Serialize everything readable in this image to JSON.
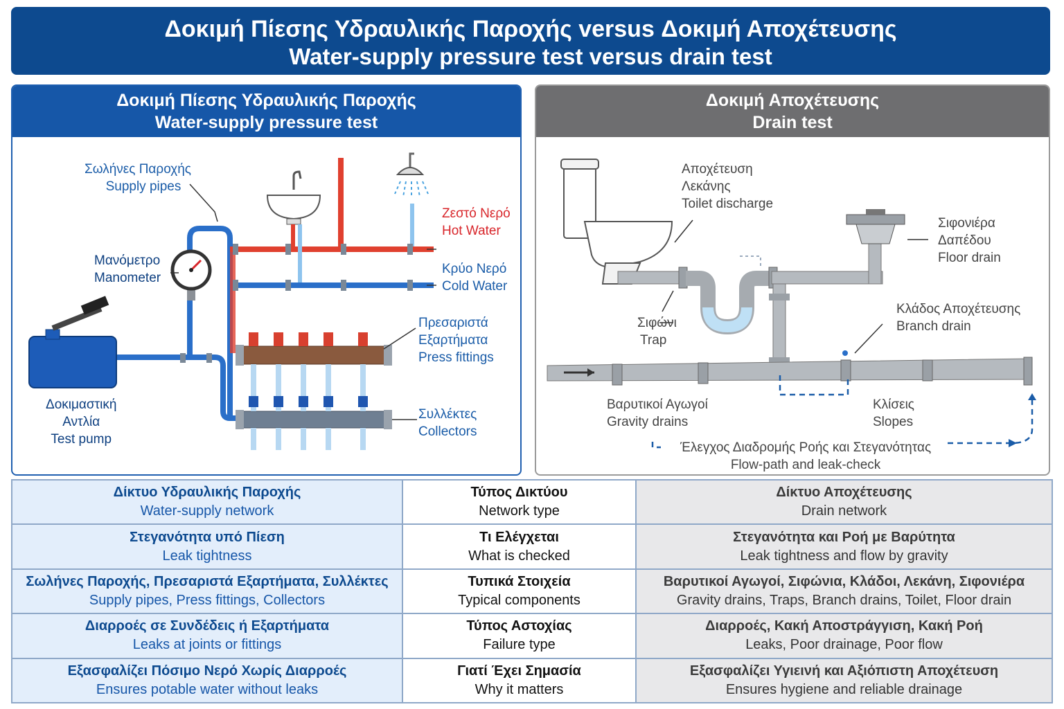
{
  "title": {
    "greek": "Δοκιμή Πίεσης Υδραυλικής Παροχής versus Δοκιμή Αποχέτευσης",
    "english": "Water-supply pressure test versus drain test"
  },
  "left_panel": {
    "header_greek": "Δοκιμή Πίεσης Υδραυλικής Παροχής",
    "header_english": "Water-supply pressure test",
    "labels": {
      "supply_pipes_gr": "Σωλήνες Παροχής",
      "supply_pipes_en": "Supply pipes",
      "manometer_gr": "Μανόμετρο",
      "manometer_en": "Manometer",
      "hot_water_gr": "Ζεστό Νερό",
      "hot_water_en": "Hot Water",
      "cold_water_gr": "Κρύο Νερό",
      "cold_water_en": "Cold Water",
      "press_fittings_gr1": "Πρεσαριστά",
      "press_fittings_gr2": "Εξαρτήματα",
      "press_fittings_en": "Press fittings",
      "collectors_gr": "Συλλέκτες",
      "collectors_en": "Collectors",
      "test_pump_gr1": "Δοκιμαστική",
      "test_pump_gr2": "Αντλία",
      "test_pump_en": "Test pump"
    }
  },
  "right_panel": {
    "header_greek": "Δοκιμή Αποχέτευσης",
    "header_english": "Drain test",
    "labels": {
      "toilet_gr1": "Αποχέτευση",
      "toilet_gr2": "Λεκάνης",
      "toilet_en": "Toilet discharge",
      "floor_drain_gr1": "Σιφονιέρα",
      "floor_drain_gr2": "Δαπέδου",
      "floor_drain_en": "Floor drain",
      "branch_gr": "Κλάδος Αποχέτευσης",
      "branch_en": "Branch drain",
      "trap_gr": "Σιφώνι",
      "trap_en": "Trap",
      "gravity_gr": "Βαρυτικοί Αγωγοί",
      "gravity_en": "Gravity drains",
      "slopes_gr": "Κλίσεις",
      "slopes_en": "Slopes",
      "flow_gr": "Έλεγχος Διαδρομής Ροής και Στεγανότητας",
      "flow_en": "Flow-path and leak-check"
    }
  },
  "table": {
    "rows": [
      {
        "left_gr": "Δίκτυο Υδραυλικής Παροχής",
        "left_en": "Water-supply network",
        "mid_gr": "Τύπος Δικτύου",
        "mid_en": "Network type",
        "right_gr": "Δίκτυο Αποχέτευσης",
        "right_en": "Drain network"
      },
      {
        "left_gr": "Στεγανότητα υπό Πίεση",
        "left_en": "Leak tightness",
        "mid_gr": "Τι Ελέγχεται",
        "mid_en": "What is checked",
        "right_gr": "Στεγανότητα και Ροή με Βαρύτητα",
        "right_en": "Leak tightness and flow by gravity"
      },
      {
        "left_gr": "Σωλήνες Παροχής, Πρεσαριστά Εξαρτήματα, Συλλέκτες",
        "left_en": "Supply pipes, Press fittings, Collectors",
        "mid_gr": "Τυπικά Στοιχεία",
        "mid_en": "Typical components",
        "right_gr": "Βαρυτικοί Αγωγοί, Σιφώνια, Κλάδοι, Λεκάνη, Σιφονιέρα",
        "right_en": "Gravity drains, Traps, Branch drains, Toilet, Floor drain"
      },
      {
        "left_gr": "Διαρροές σε Συνδέδεις ή Εξαρτήματα",
        "left_en": "Leaks at joints or fittings",
        "mid_gr": "Τύπος Αστοχίας",
        "mid_en": "Failure type",
        "right_gr": "Διαρροές, Κακή Αποστράγγιση, Κακή Ροή",
        "right_en": "Leaks, Poor drainage, Poor flow"
      },
      {
        "left_gr": "Εξασφαλίζει Πόσιμο Νερό Χωρίς Διαρροές",
        "left_en": "Ensures potable water without leaks",
        "mid_gr": "Γιατί Έχει Σημασία",
        "mid_en": "Why it matters",
        "right_gr": "Εξασφαλίζει Υγιεινή και Αξιόπιστη Αποχέτευση",
        "right_en": "Ensures hygiene and reliable drainage"
      }
    ]
  },
  "colors": {
    "title_bg": "#0d4a8f",
    "left_header": "#1657a8",
    "right_header": "#6e6e70",
    "hot_pipe": "#e0402f",
    "cold_pipe": "#2a6fc9"
  }
}
